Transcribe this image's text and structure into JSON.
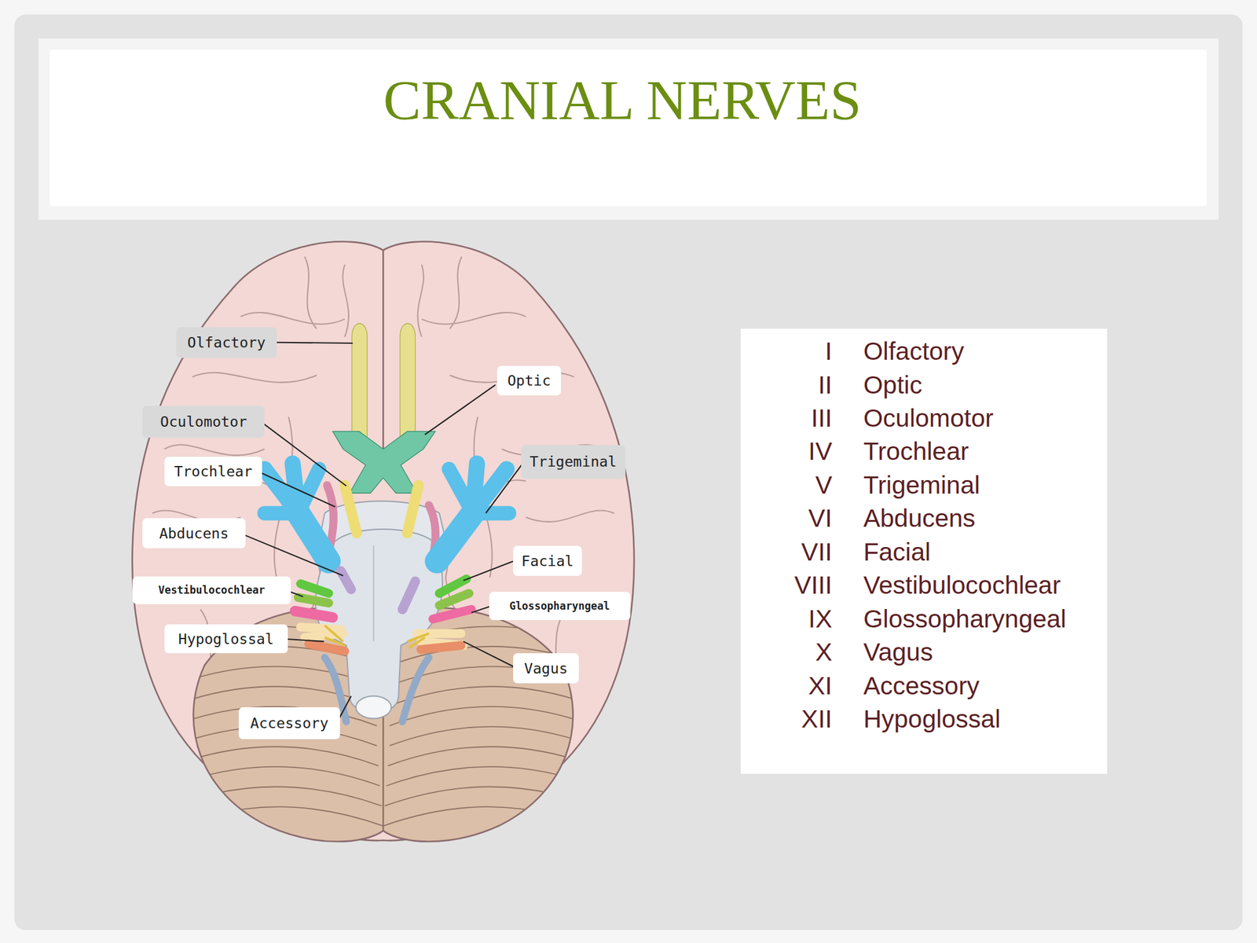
{
  "diagram": {
    "title": "CRANIAL NERVES",
    "labels": [
      "Olfactory",
      "Optic",
      "Oculomotor",
      "Trigeminal",
      "Trochlear",
      "Abducens",
      "Facial",
      "Vestibulocochlear",
      "Glossopharyngeal",
      "Hypoglossal",
      "Vagus",
      "Accessory",
      "I",
      "Olfactory",
      "II",
      "Optic",
      "III",
      "Oculomotor",
      "IV",
      "Trochlear",
      "V",
      "Trigeminal",
      "VI",
      "Abducens",
      "VII",
      "Facial",
      "VIII",
      "Vestibulocochlear",
      "IX",
      "Glossopharyngeal",
      "X",
      "Vagus",
      "XI",
      "Accessory",
      "XII",
      "Hypoglossal"
    ]
  }
}
